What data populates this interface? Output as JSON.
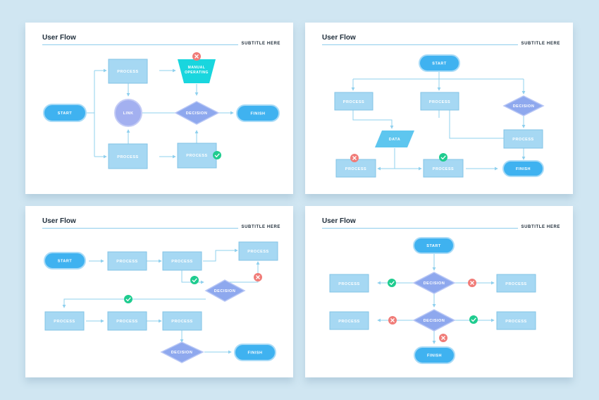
{
  "labels": {
    "title": "User Flow",
    "subtitle": "SUBTITLE HERE",
    "start": "START",
    "process": "PROCESS",
    "decision": "DECISION",
    "finish": "FINISH",
    "link": "LINK",
    "data": "DATA",
    "manual_operating": [
      "MANUAL",
      "OPERATING"
    ]
  },
  "colors": {
    "background": "#d0e6f2",
    "start_finish_fill": "#3fb2f0",
    "start_finish_border": "#a9dbf7",
    "process_fill": "#a6d8f3",
    "process_border": "#83c3e6",
    "decision_fill": "#8ea8ee",
    "link_fill": "#a3b0f0",
    "data_fill": "#5ec6ef",
    "manual_fill": "#19d6de",
    "arrow": "#8fd0ee",
    "check": "#1fcc8f",
    "cross": "#f07c78"
  },
  "icons": {
    "check": "check-circle-icon",
    "cross": "cross-circle-icon"
  }
}
